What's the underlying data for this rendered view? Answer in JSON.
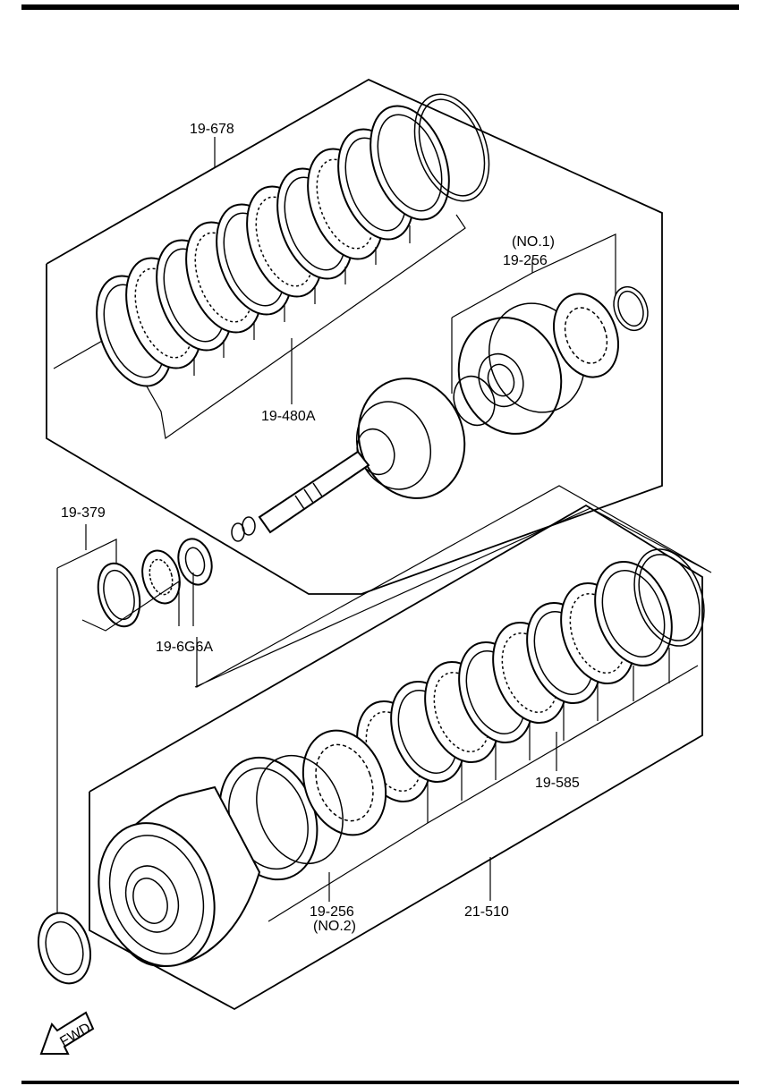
{
  "labels": {
    "p19_678": "19-678",
    "p19_480a": "19-480A",
    "p19_256_no1_num": "(NO.1)",
    "p19_256_top": "19-256",
    "p19_379": "19-379",
    "p19_6g6a": "19-6G6A",
    "p19_585": "19-585",
    "p19_256_bottom": "19-256",
    "p19_256_no2_num": "(NO.2)",
    "p21_510": "21-510"
  },
  "fwd_label": "FWD"
}
